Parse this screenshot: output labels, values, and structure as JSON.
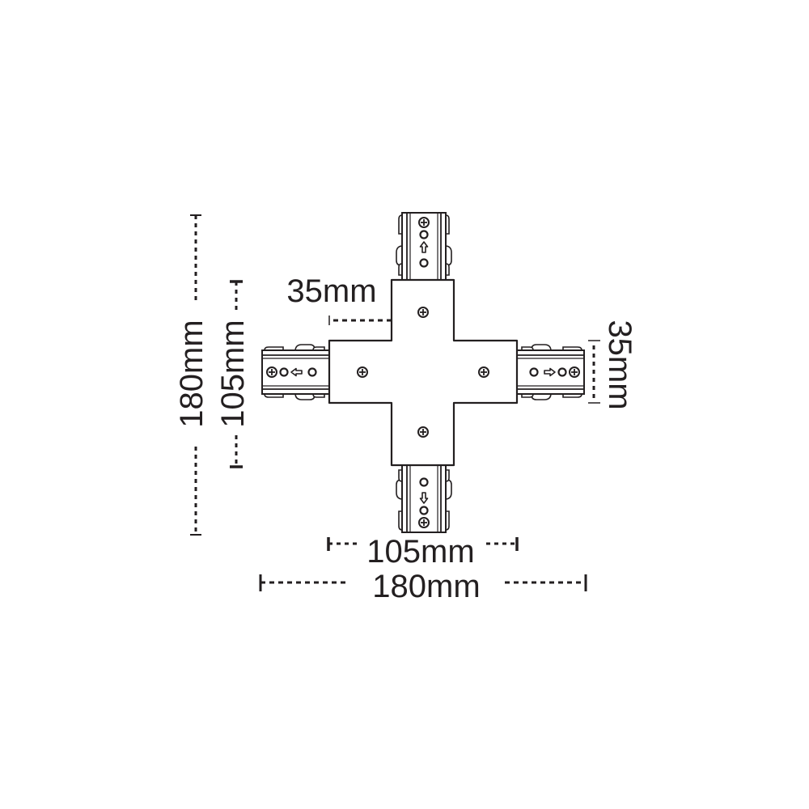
{
  "diagram": {
    "title": "Track X-connector dimensional drawing",
    "stroke_color": "#231f20",
    "background": "#ffffff",
    "dimensions": {
      "overall_height": "180mm",
      "body_height": "105mm",
      "arm_width_left": "35mm",
      "arm_width_right": "35mm",
      "body_width": "105mm",
      "overall_width": "180mm"
    },
    "connector": {
      "shape": "cross",
      "body_screws": 4,
      "tracks": [
        {
          "position": "top",
          "arrow": "up"
        },
        {
          "position": "left",
          "arrow": "left"
        },
        {
          "position": "right",
          "arrow": "right"
        },
        {
          "position": "bottom",
          "arrow": "down"
        }
      ]
    }
  }
}
